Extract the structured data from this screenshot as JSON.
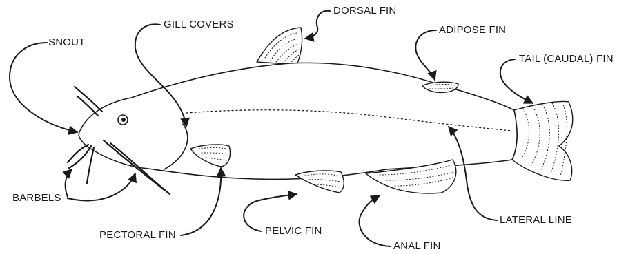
{
  "labels": {
    "snout": "SNOUT",
    "gill_covers": "GILL COVERS",
    "dorsal_fin": "DORSAL FIN",
    "adipose_fin": "ADIPOSE FIN",
    "tail_fin": "TAIL (CAUDAL) FIN",
    "barbels": "BARBELS",
    "pectoral_fin": "PECTORAL FIN",
    "pelvic_fin": "PELVIC FIN",
    "anal_fin": "ANAL FIN",
    "lateral_line": "LATERAL LINE"
  },
  "colors": {
    "ink": "#1a1a1a",
    "background": "#ffffff"
  }
}
